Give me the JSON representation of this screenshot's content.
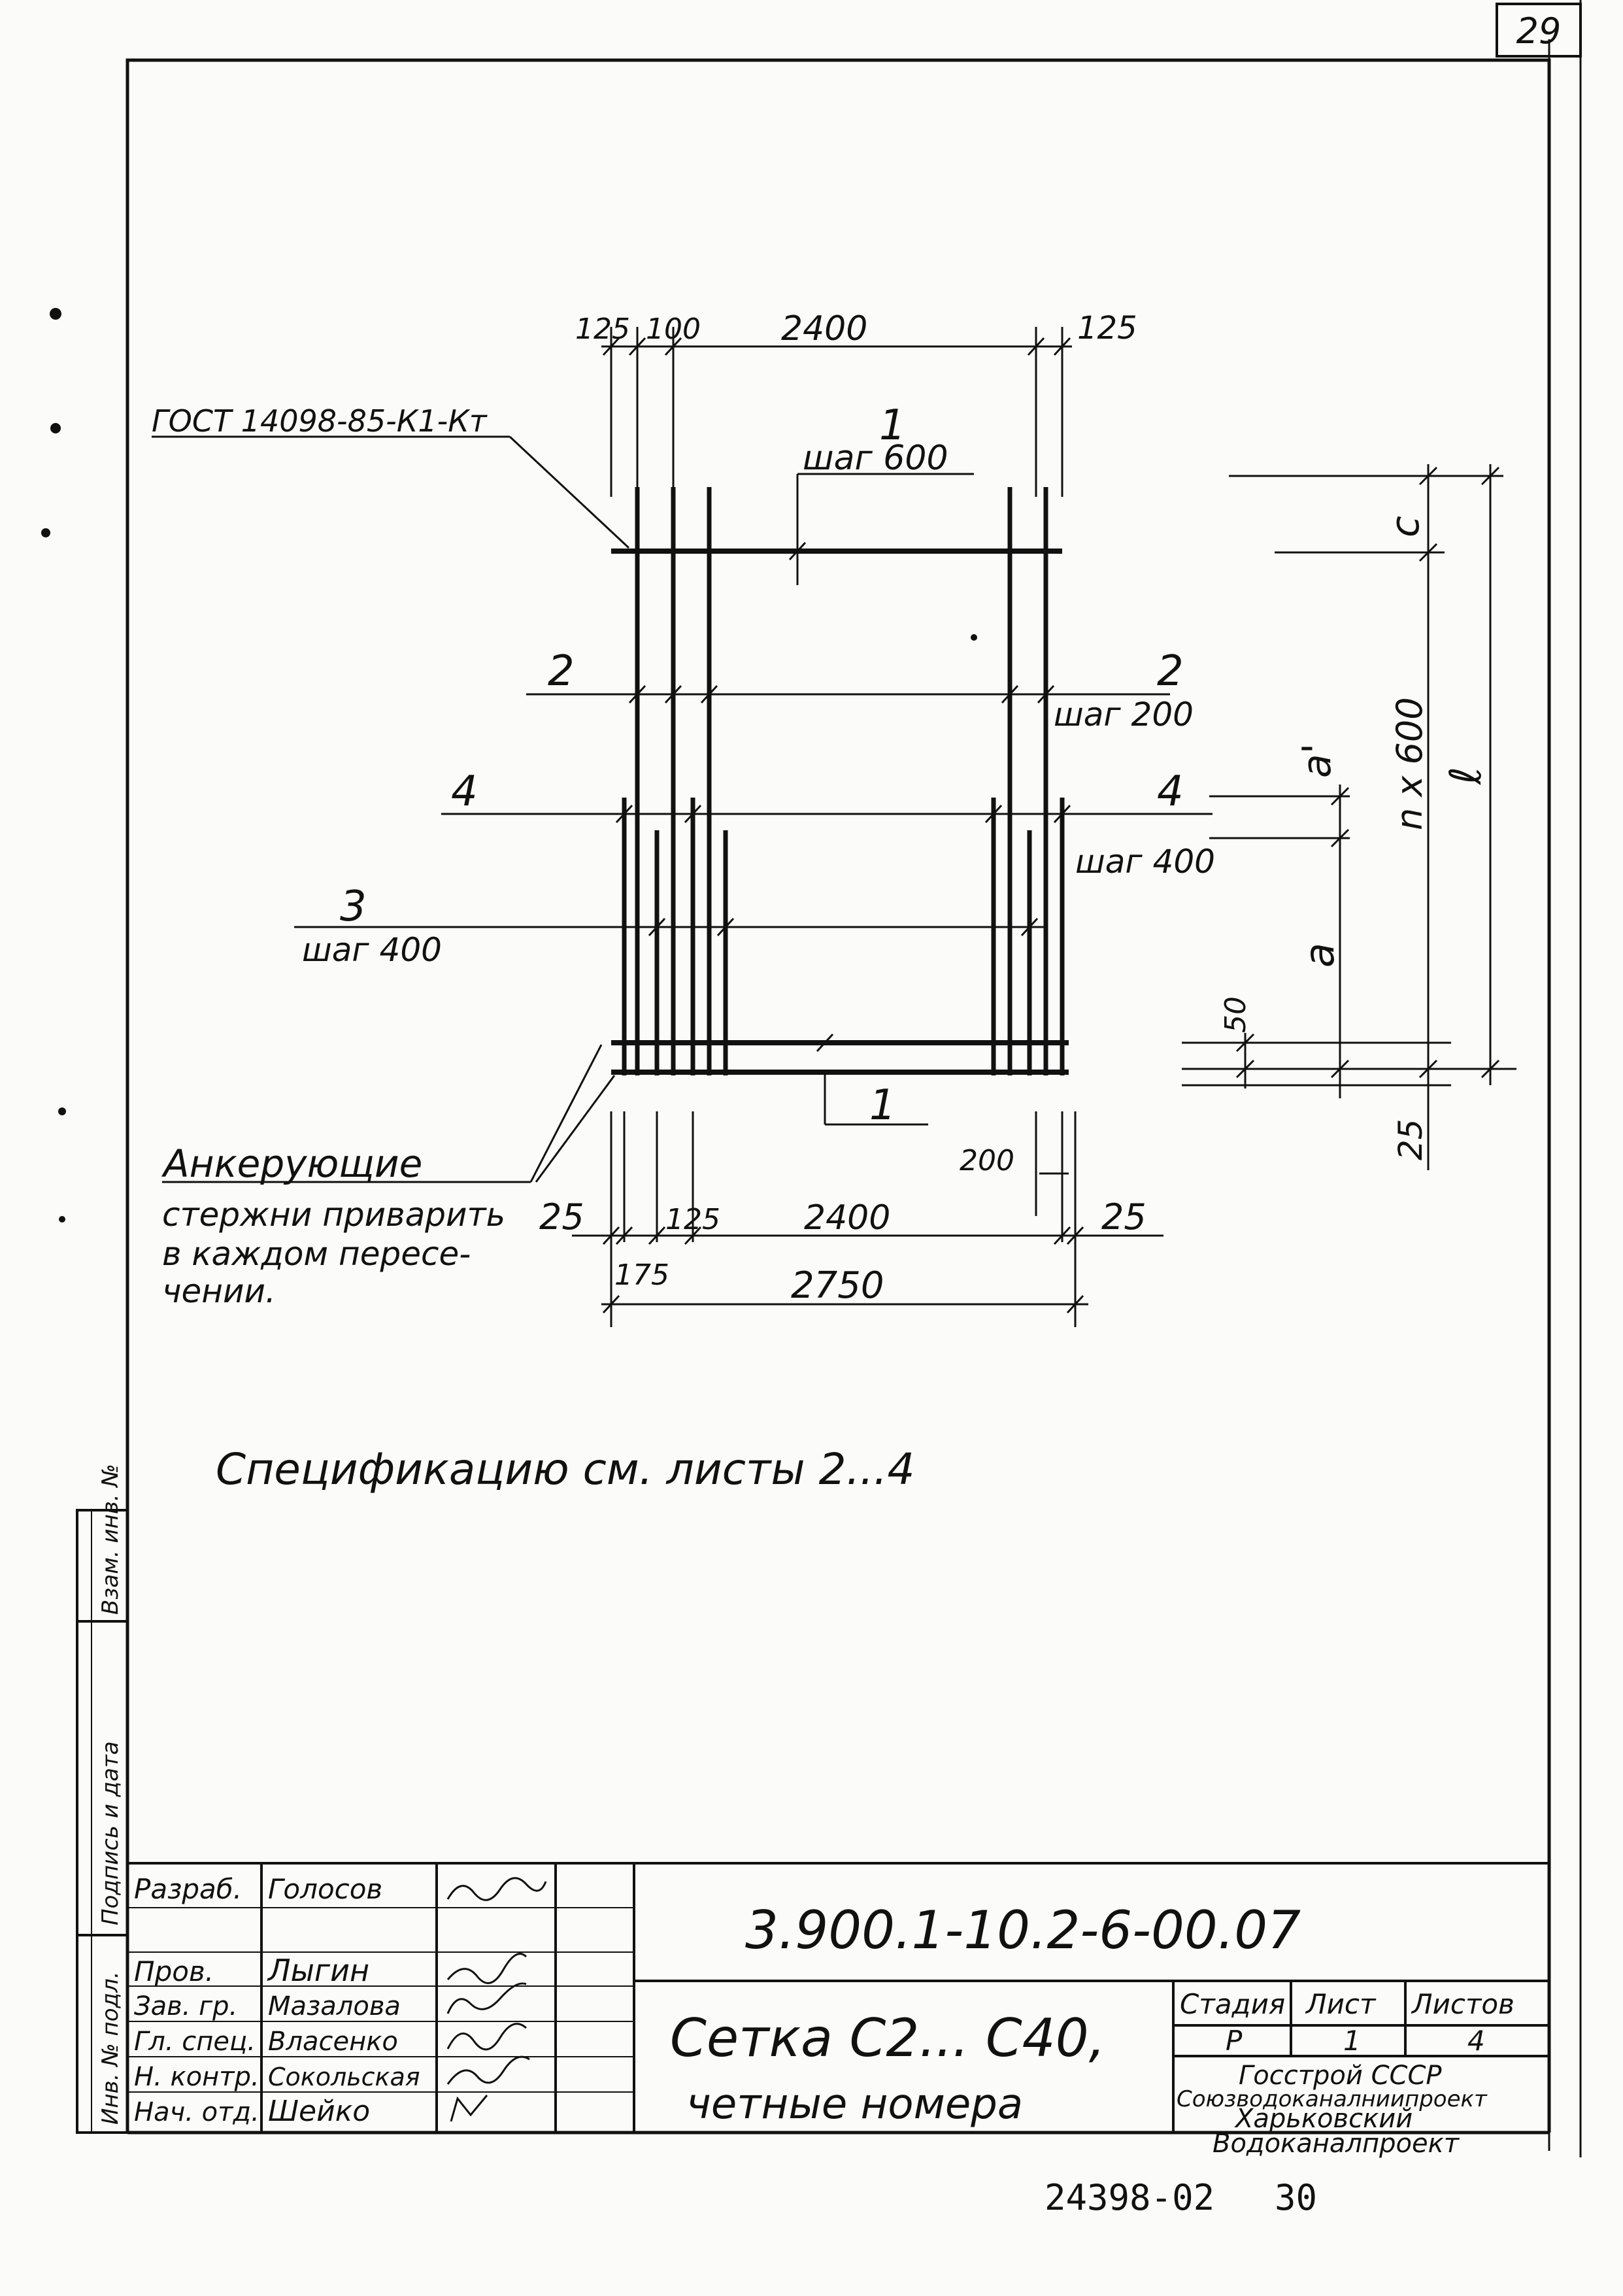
{
  "sheet_number": "29",
  "gost_label": "ГОСТ 14098-85-К1-Кт",
  "dims": {
    "top_125_left": "125",
    "top_100": "100",
    "top_2400": "2400",
    "top_125_right": "125",
    "bottom_25_left": "25",
    "bottom_125": "125",
    "bottom_2400": "2400",
    "bottom_25_right": "25",
    "bottom_175": "175",
    "bottom_2750": "2750",
    "bottom_200": "200",
    "right_c": "c",
    "right_n600": "n x 600",
    "right_l": "ℓ",
    "right_a_prime": "a'",
    "right_a": "a",
    "right_50": "50",
    "right_25": "25"
  },
  "positions": {
    "p1_top": "1",
    "p1_top_step": "шаг 600",
    "p2_left": "2",
    "p2_right": "2",
    "p2_step": "шаг 200",
    "p4_left": "4",
    "p4_right": "4",
    "p4_step": "шаг 400",
    "p3": "3",
    "p3_step": "шаг 400",
    "p1_bottom": "1"
  },
  "anchor_note": {
    "title": "Анкерующие",
    "line1": "стержни приварить",
    "line2": "в каждом пересе-",
    "line3": "чении."
  },
  "spec_note": "Спецификацию см. листы 2...4",
  "side_stamp": {
    "col1": "Инв. № подл.",
    "col2": "Подпись и дата",
    "col3": "Взам. инв. №"
  },
  "title_block": {
    "designation": "3.900.1-10.2-6-00.07",
    "title_line1": "Сетка С2... С40,",
    "title_line2": "четные номера",
    "signers": [
      {
        "role": "Разраб.",
        "name": "Голосов"
      },
      {
        "role": "Пров.",
        "name": "Лыгин"
      },
      {
        "role": "Зав. гр.",
        "name": "Мазалова"
      },
      {
        "role": "Гл. спец.",
        "name": "Власенко"
      },
      {
        "role": "Н. контр.",
        "name": "Сокольская"
      },
      {
        "role": "Нач. отд.",
        "name": "Шейко"
      }
    ],
    "stage_header": "Стадия",
    "sheet_header": "Лист",
    "sheets_header": "Листов",
    "stage": "Р",
    "sheet": "1",
    "sheets": "4",
    "org_line1": "Госстрой СССР",
    "org_line2": "Союзводоканалниипроект",
    "org_line3": "Харьковский",
    "org_line4": "Водоканалпроект"
  },
  "footer_code": "24398-02",
  "footer_num": "30"
}
